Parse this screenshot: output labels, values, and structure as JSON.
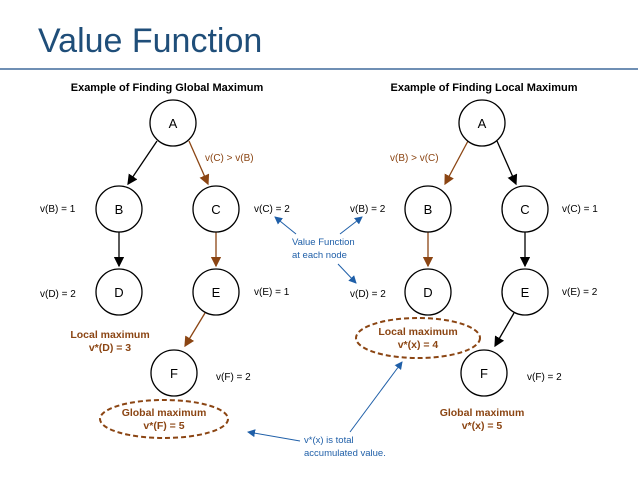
{
  "title": "Value Function",
  "colors": {
    "title": "#1f4e79",
    "node_text": "#000000",
    "brown": "#8b4513",
    "blue": "#1f5fa8",
    "black": "#000000"
  },
  "left_panel": {
    "heading": "Example of Finding Global Maximum",
    "nodes": {
      "A": "A",
      "B": "B",
      "C": "C",
      "D": "D",
      "E": "E",
      "F": "F"
    },
    "edge_label_AC": "v(C) > v(B)",
    "values": {
      "B": "v(B) = 1",
      "C": "v(C) = 2",
      "D": "v(D) = 2",
      "E": "v(E) = 1",
      "F": "v(F) = 2"
    },
    "local_max": [
      "Local maximum",
      "v*(D) = 3"
    ],
    "global_max": [
      "Global maximum",
      "v*(F) = 5"
    ]
  },
  "right_panel": {
    "heading": "Example of Finding Local Maximum",
    "nodes": {
      "A": "A",
      "B": "B",
      "C": "C",
      "D": "D",
      "E": "E",
      "F": "F"
    },
    "edge_label_AB": "v(B) > v(C)",
    "values": {
      "B": "v(B) = 2",
      "C": "v(C) = 1",
      "D": "v(D) = 2",
      "E": "v(E) = 2",
      "F": "v(F) = 2"
    },
    "local_max": [
      "Local maximum",
      "v*(x) = 4"
    ],
    "global_max": [
      "Global maximum",
      "v*(x) = 5"
    ]
  },
  "callouts": {
    "value_function": [
      "Value Function",
      "at each node"
    ],
    "total": [
      "v*(x) is total",
      "accumulated value."
    ]
  }
}
